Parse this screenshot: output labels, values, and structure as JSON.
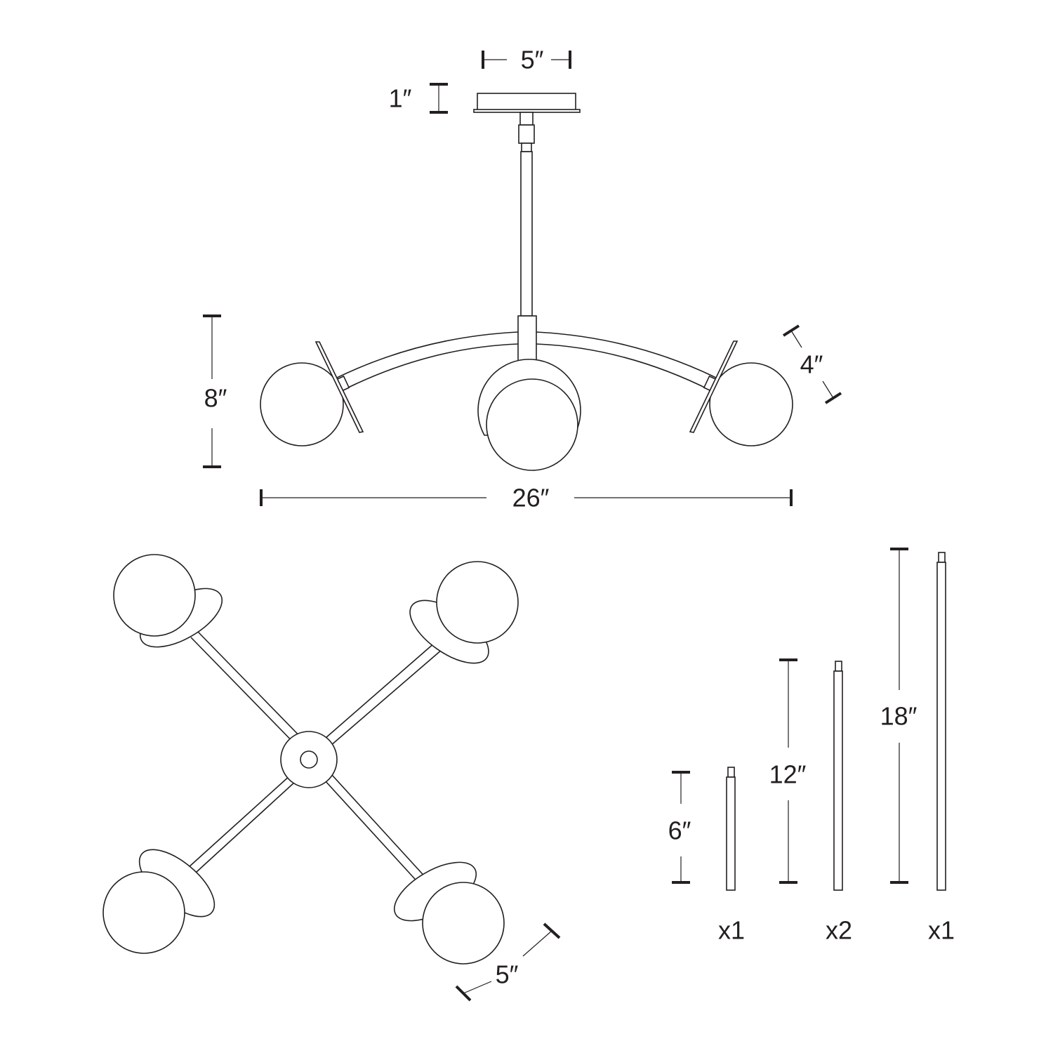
{
  "side_view": {
    "canopy_width": "5″",
    "canopy_height": "1″",
    "fixture_height": "8″",
    "globe_diameter": "4″",
    "overall_width": "26″"
  },
  "top_view": {
    "globe_diameter": "5″"
  },
  "extension_rods": [
    {
      "length": "6″",
      "quantity": "x1"
    },
    {
      "length": "12″",
      "quantity": "x2"
    },
    {
      "length": "18″",
      "quantity": "x1"
    }
  ],
  "colors": {
    "line": "#231f20",
    "background": "#ffffff"
  }
}
